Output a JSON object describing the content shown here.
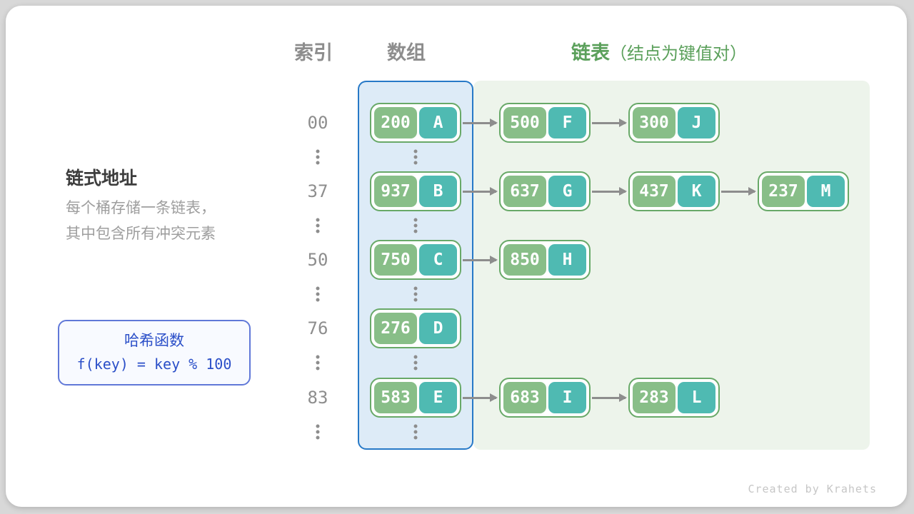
{
  "headers": {
    "index": "索引",
    "array": "数组",
    "list": "链表",
    "list_note": "（结点为键值对）"
  },
  "left_panel": {
    "title": "链式地址",
    "description_lines": [
      "每个桶存储一条链表，",
      "其中包含所有冲突元素"
    ],
    "hash_box": {
      "title": "哈希函数",
      "formula": "f(key) = key % 100"
    }
  },
  "diagram": {
    "rows": [
      {
        "index": "00",
        "nodes": [
          {
            "key": "200",
            "value": "A"
          },
          {
            "key": "500",
            "value": "F"
          },
          {
            "key": "300",
            "value": "J"
          }
        ]
      },
      {
        "index": "37",
        "nodes": [
          {
            "key": "937",
            "value": "B"
          },
          {
            "key": "637",
            "value": "G"
          },
          {
            "key": "437",
            "value": "K"
          },
          {
            "key": "237",
            "value": "M"
          }
        ]
      },
      {
        "index": "50",
        "nodes": [
          {
            "key": "750",
            "value": "C"
          },
          {
            "key": "850",
            "value": "H"
          }
        ]
      },
      {
        "index": "76",
        "nodes": [
          {
            "key": "276",
            "value": "D"
          }
        ]
      },
      {
        "index": "83",
        "nodes": [
          {
            "key": "583",
            "value": "E"
          },
          {
            "key": "683",
            "value": "I"
          },
          {
            "key": "283",
            "value": "L"
          }
        ]
      }
    ]
  },
  "watermark": "Created by Krahets",
  "colors": {
    "header_gray": "#8d8d8d",
    "header_green": "#5ba05b",
    "gray": "#8d8d8d",
    "array_bg": "#ddebf7",
    "array_border": "#2779c7",
    "list_bg": "#edf4eb",
    "node_border": "#68a968",
    "key_green": "#88be88",
    "value_teal": "#4fbab2",
    "hash_border": "#6078d8",
    "hash_text": "#2b4fc8"
  }
}
